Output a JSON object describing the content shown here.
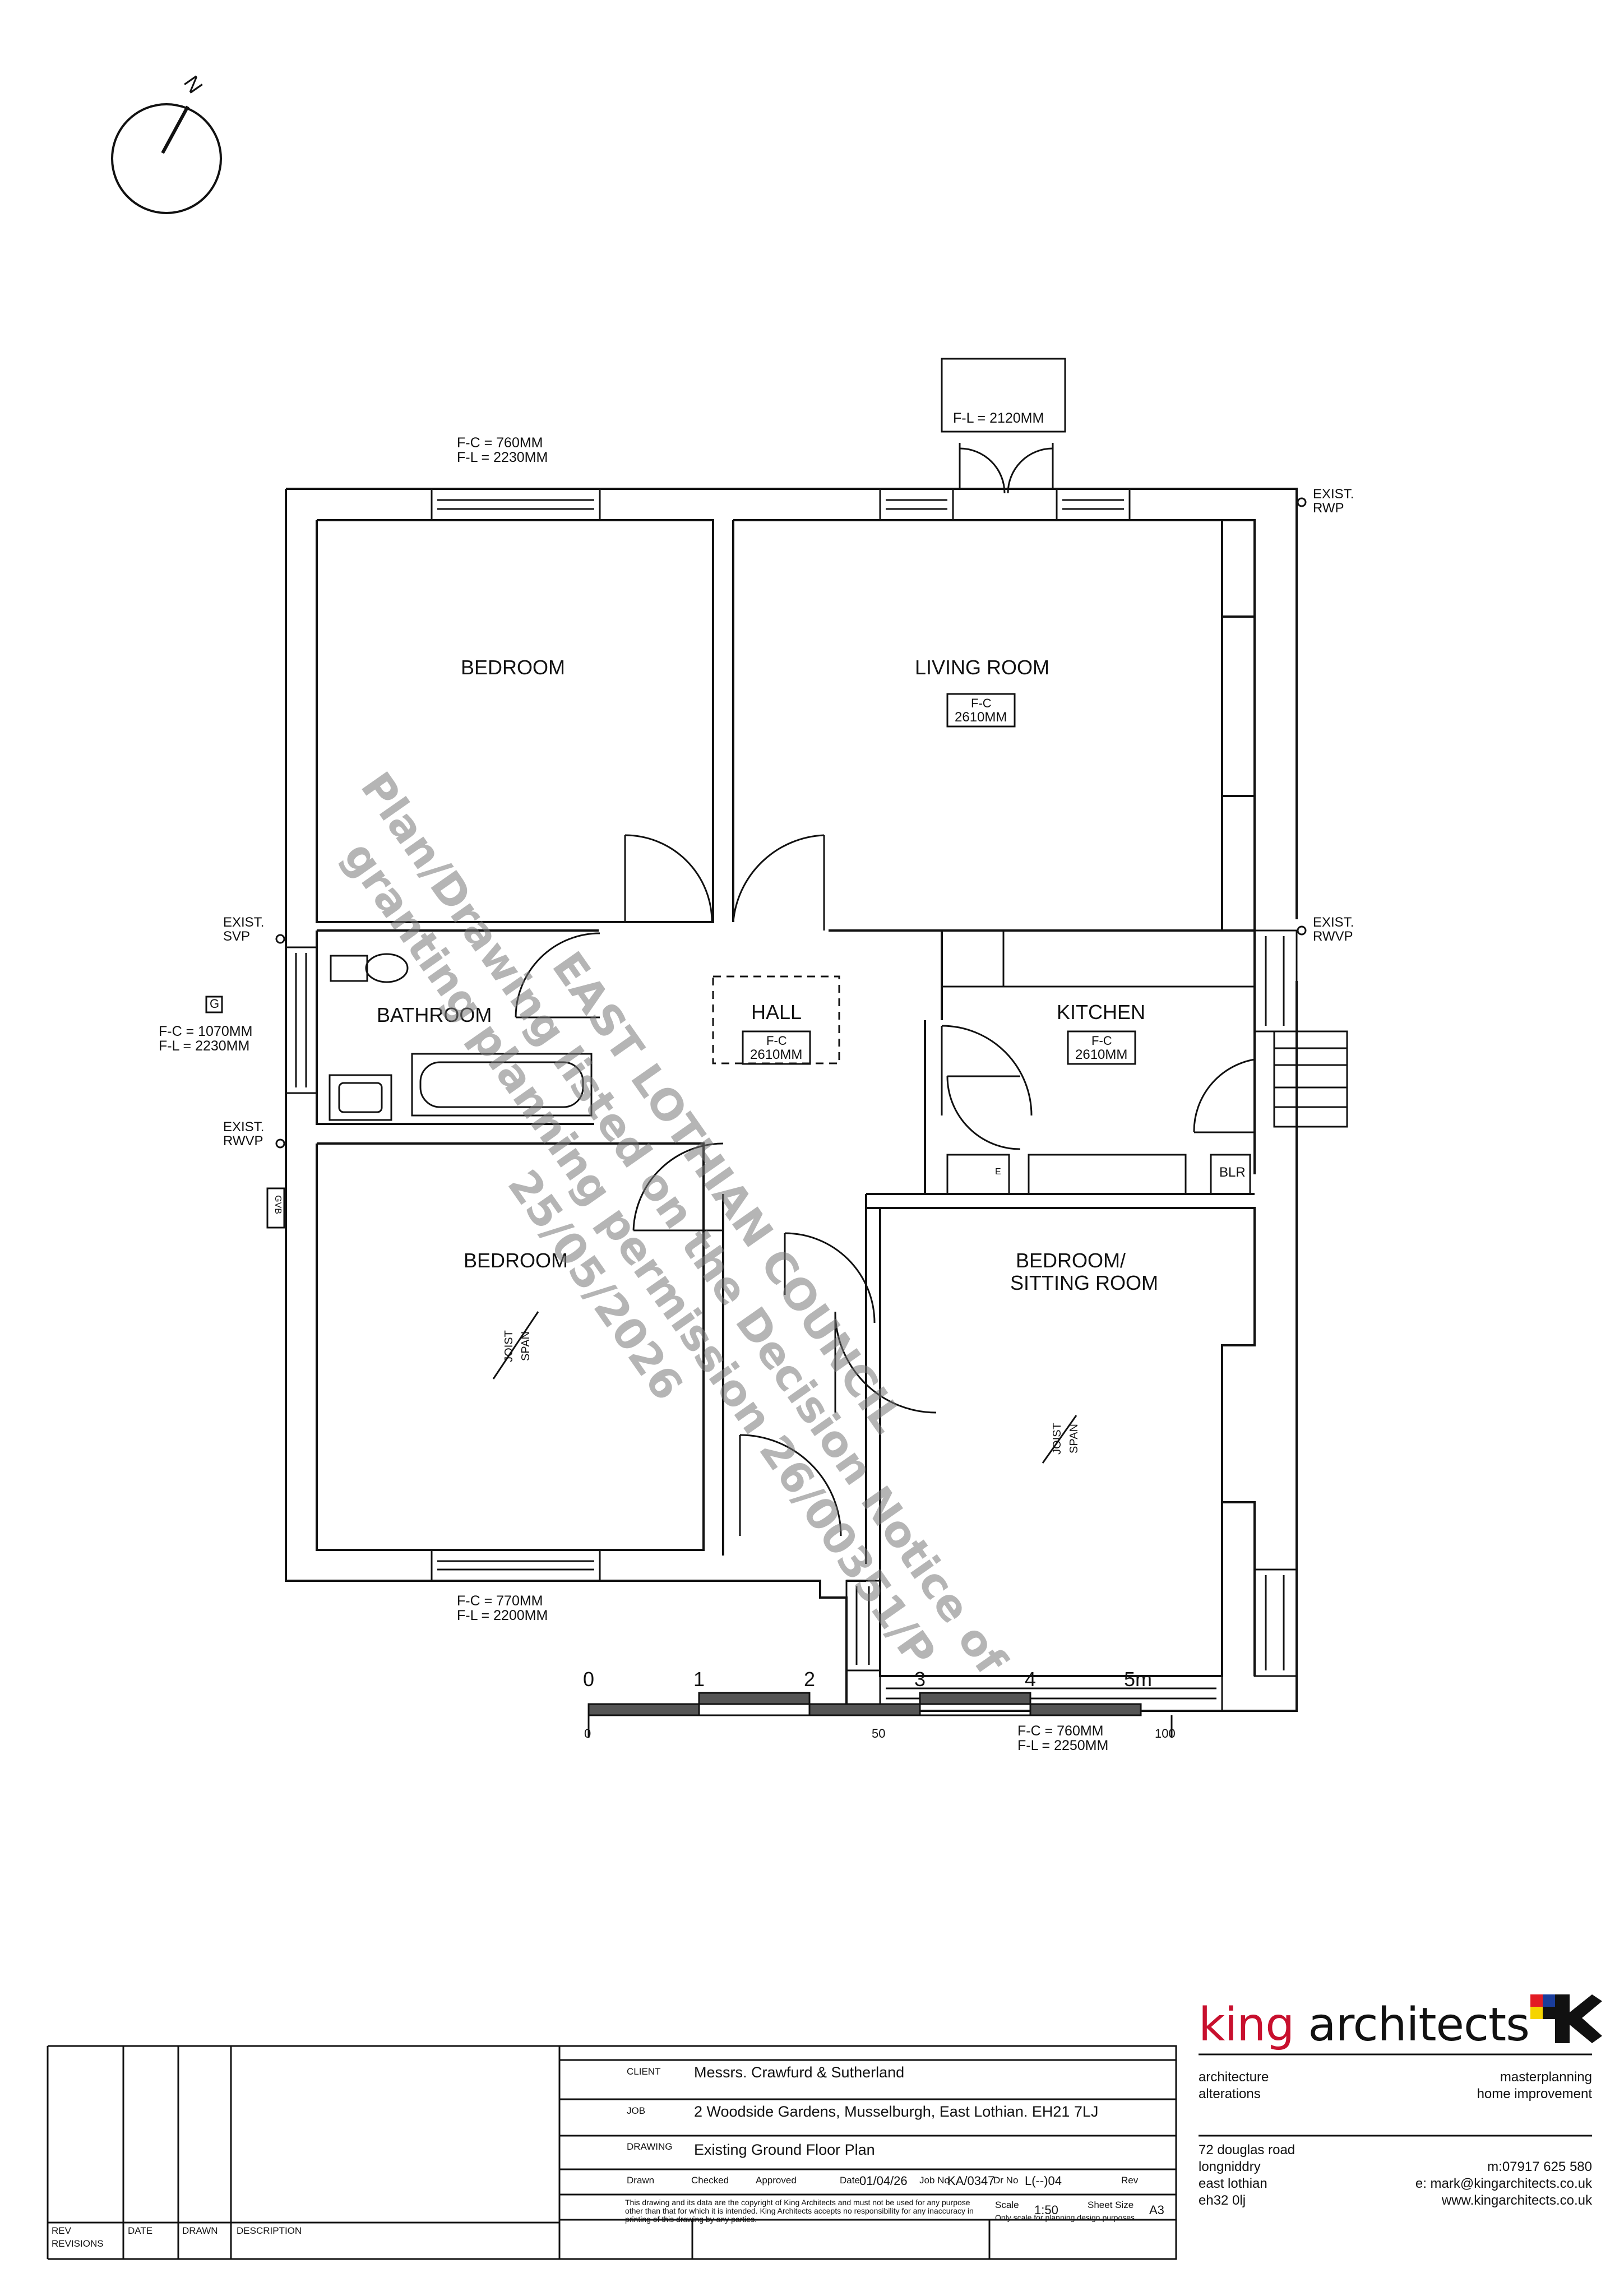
{
  "north_label": "N",
  "rooms": {
    "bedroom_top": "BEDROOM",
    "living_room": "LIVING ROOM",
    "bathroom": "BATHROOM",
    "hall": "HALL",
    "kitchen": "KITCHEN",
    "bedroom_bottom": "BEDROOM",
    "bedroom_sitting_line1": "BEDROOM/",
    "bedroom_sitting_line2": "SITTING ROOM"
  },
  "boxes": {
    "living_fc": "F-C",
    "living_val": "2610MM",
    "hall_fc": "F-C",
    "hall_val": "2610MM",
    "kitchen_fc": "F-C",
    "kitchen_val": "2610MM"
  },
  "dims": {
    "top_left_1": "F-C = 760MM",
    "top_left_2": "F-L = 2230MM",
    "door_top": "F-L = 2120MM",
    "left_mid_1": "F-C = 1070MM",
    "left_mid_2": "F-L = 2230MM",
    "bottom_left_1": "F-C = 770MM",
    "bottom_left_2": "F-L = 2200MM",
    "bottom_right_1": "F-C = 760MM",
    "bottom_right_2": "F-L = 2250MM"
  },
  "notes": {
    "exist_rwp_1": "EXIST.",
    "exist_rwp_2": "RWP",
    "exist_rwvp_r_1": "EXIST.",
    "exist_rwvp_r_2": "RWVP",
    "exist_svp_1": "EXIST.",
    "exist_svp_2": "SVP",
    "exist_rwvp_l_1": "EXIST.",
    "exist_rwvp_l_2": "RWVP",
    "g_mark": "G",
    "gvb": "GVB",
    "blr": "BLR",
    "e_mark": "E",
    "joist_1": "JOIST",
    "joist_2": "SPAN"
  },
  "watermark": {
    "line1": "EAST LOTHIAN COUNCIL",
    "line2": "Plan/Drawing listed on the Decision Notice of",
    "line3": "granting planning permission 26/00351/P",
    "line4": "25/05/2026"
  },
  "scale_bar": {
    "labels_m": [
      "0",
      "1",
      "2",
      "3",
      "4",
      "5m"
    ],
    "labels_small": [
      "0",
      "50",
      "100"
    ]
  },
  "title_block": {
    "client_label": "CLIENT",
    "client_value": "Messrs. Crawfurd & Sutherland",
    "job_label": "JOB",
    "job_value": "2 Woodside Gardens, Musselburgh, East Lothian. EH21 7LJ",
    "drawing_label": "DRAWING",
    "drawing_value": "Existing Ground Floor Plan",
    "drawn_label": "Drawn",
    "checked_label": "Checked",
    "approved_label": "Approved",
    "date_label": "Date",
    "date_value": "01/04/26",
    "jobno_label": "Job No",
    "jobno_value": "KA/0347",
    "drno_label": "Dr No",
    "drno_value": "L(--)04",
    "rev_label": "Rev",
    "copyright": "This drawing and its data are the copyright of King Architects and must not be used for any purpose other than that for which it is intended. King Architects accepts no responsibility for any inaccuracy in printing of this drawing by any parties.",
    "scale_label": "Scale",
    "scale_value": "1:50",
    "sheet_label": "Sheet Size",
    "sheet_value": "A3",
    "scale_note": "Only scale for planning design purposes"
  },
  "revisions": {
    "rev_label": "REV",
    "revisions_label": "REVISIONS",
    "date_label": "DATE",
    "drawn_label": "DRAWN",
    "description_label": "DESCRIPTION"
  },
  "company": {
    "name_part1": "king",
    "name_part2": " architects",
    "service_1": "architecture",
    "service_2": "alterations",
    "service_3": "masterplanning",
    "service_4": "home improvement",
    "address_1": "72 douglas road",
    "address_2": "longniddry",
    "address_3": "east lothian",
    "address_4": "eh32 0lj",
    "phone": "m:07917 625 580",
    "email": "e: mark@kingarchitects.co.uk",
    "web": "www.kingarchitects.co.uk",
    "logo_colors": [
      "#e31b23",
      "#1a3d9b",
      "#f5d400",
      "#111111"
    ]
  }
}
